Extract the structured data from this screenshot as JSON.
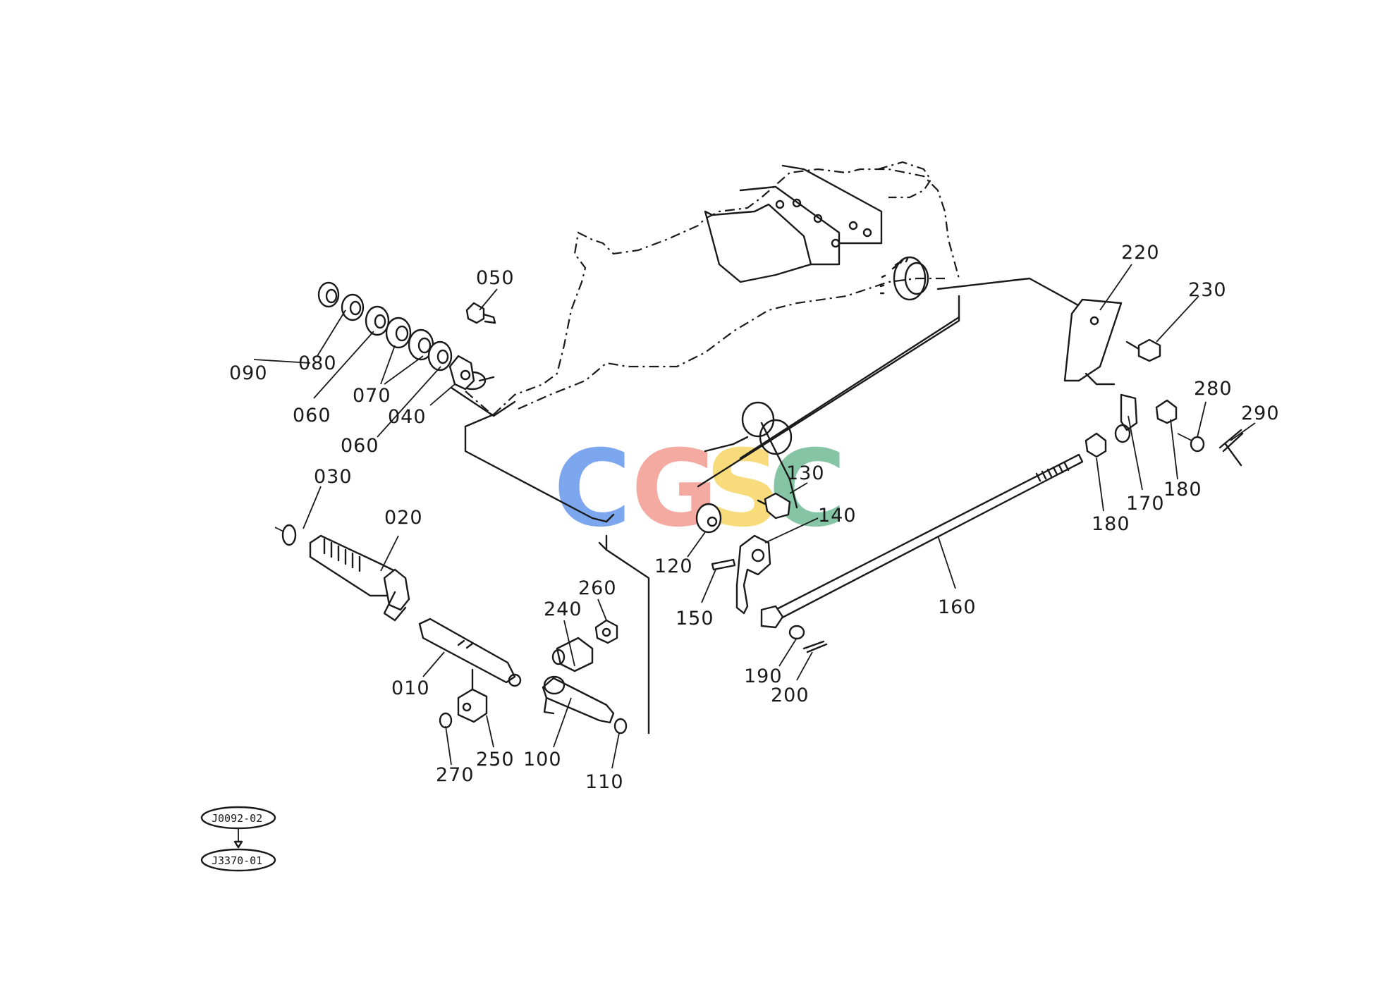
{
  "parts": [
    {
      "id": "p010",
      "label": "010"
    },
    {
      "id": "p020",
      "label": "020"
    },
    {
      "id": "p030",
      "label": "030"
    },
    {
      "id": "p040",
      "label": "040"
    },
    {
      "id": "p050",
      "label": "050"
    },
    {
      "id": "p060a",
      "label": "060"
    },
    {
      "id": "p060b",
      "label": "060"
    },
    {
      "id": "p070",
      "label": "070"
    },
    {
      "id": "p080",
      "label": "080"
    },
    {
      "id": "p090",
      "label": "090"
    },
    {
      "id": "p100",
      "label": "100"
    },
    {
      "id": "p110",
      "label": "110"
    },
    {
      "id": "p120",
      "label": "120"
    },
    {
      "id": "p130",
      "label": "130"
    },
    {
      "id": "p140",
      "label": "140"
    },
    {
      "id": "p150",
      "label": "150"
    },
    {
      "id": "p160",
      "label": "160"
    },
    {
      "id": "p170",
      "label": "170"
    },
    {
      "id": "p180a",
      "label": "180"
    },
    {
      "id": "p180b",
      "label": "180"
    },
    {
      "id": "p190",
      "label": "190"
    },
    {
      "id": "p200",
      "label": "200"
    },
    {
      "id": "p220",
      "label": "220"
    },
    {
      "id": "p230",
      "label": "230"
    },
    {
      "id": "p240",
      "label": "240"
    },
    {
      "id": "p250",
      "label": "250"
    },
    {
      "id": "p260",
      "label": "260"
    },
    {
      "id": "p270",
      "label": "270"
    },
    {
      "id": "p280",
      "label": "280"
    },
    {
      "id": "p290",
      "label": "290"
    }
  ],
  "references": {
    "from": "J0092-02",
    "to": "J3370-01"
  },
  "watermark": {
    "letters": [
      {
        "char": "C",
        "color": "#4a86e8"
      },
      {
        "char": "G",
        "color": "#f08a7e"
      },
      {
        "char": "S",
        "color": "#f6cf4a"
      },
      {
        "char": "C",
        "color": "#57b083"
      }
    ]
  }
}
